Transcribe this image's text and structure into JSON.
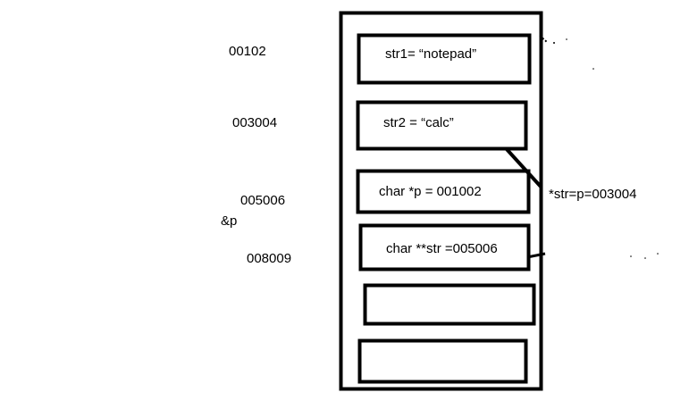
{
  "addresses": [
    {
      "label": "00102"
    },
    {
      "label": "003004"
    },
    {
      "label": "005006"
    },
    {
      "label": "&p"
    },
    {
      "label": "008009"
    }
  ],
  "cells": [
    {
      "text": "str1=  “notepad”"
    },
    {
      "text": "str2 =  “calc”"
    },
    {
      "text": "char *p = 001002"
    },
    {
      "text": "char **str =005006"
    },
    {
      "text": ""
    },
    {
      "text": ""
    }
  ],
  "annotations": [
    {
      "text": "*str=p=003004"
    }
  ],
  "colors": {
    "stroke": "#000000",
    "background": "#ffffff"
  }
}
